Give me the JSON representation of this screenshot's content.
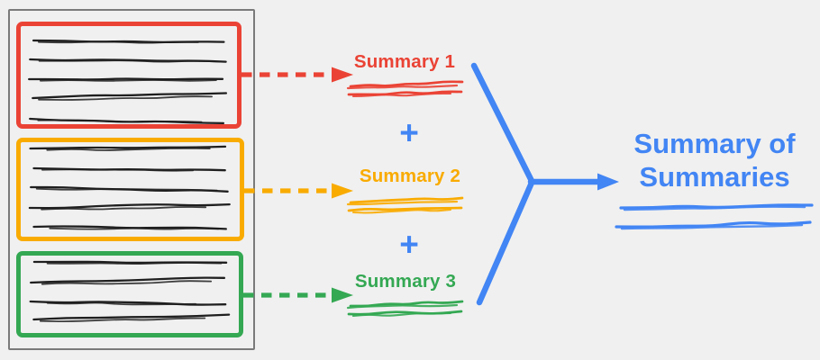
{
  "canvas": {
    "background": "#F0F0F0"
  },
  "palette": {
    "red": "#EA4335",
    "orange": "#F9AB00",
    "green": "#34A853",
    "blue": "#4285F4",
    "ink": "#1F1F1F",
    "gray": "#7A7A7A"
  },
  "source_document": {
    "sections": [
      {
        "color": "red",
        "text_lines": 5
      },
      {
        "color": "orange",
        "text_lines": 5
      },
      {
        "color": "green",
        "text_lines": 4
      }
    ]
  },
  "summaries": [
    {
      "label": "Summary 1",
      "color": "red"
    },
    {
      "label": "Summary 2",
      "color": "orange"
    },
    {
      "label": "Summary 3",
      "color": "green"
    }
  ],
  "operators": {
    "plus": "+"
  },
  "result": {
    "label": "Summary of Summaries",
    "color": "blue"
  }
}
